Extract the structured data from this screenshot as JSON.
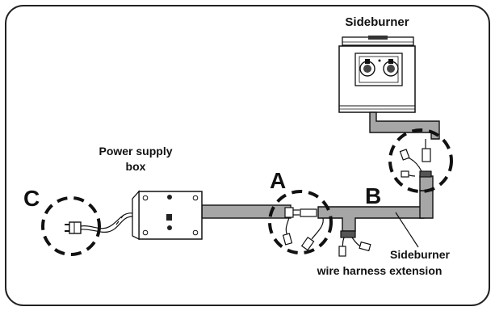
{
  "labels": {
    "sideburner": "Sideburner",
    "power_supply_line1": "Power supply",
    "power_supply_line2": "box",
    "callout_a": "A",
    "callout_b": "B",
    "callout_c": "C",
    "harness_line1": "Sideburner",
    "harness_line2": "wire harness extension"
  },
  "colors": {
    "harness_fill": "#a6a6a6",
    "outline": "#111111",
    "panel_border": "#222222"
  },
  "icons": [
    "plug-icon",
    "connector-icon",
    "knob-icon",
    "screw-icon"
  ]
}
